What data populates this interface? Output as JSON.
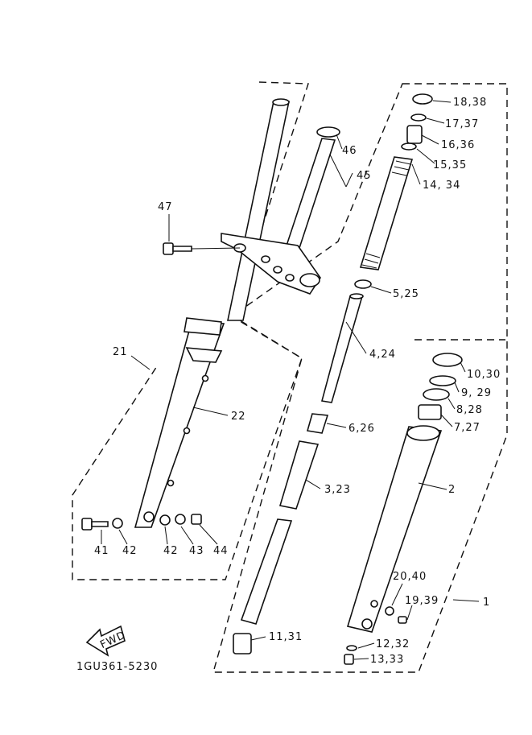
{
  "labels": {
    "l18_38": "18,38",
    "l17_37": "17,37",
    "l16_36": "16,36",
    "l15_35": "15,35",
    "l14_34": "14, 34",
    "l46": "46",
    "l45": "45",
    "l47": "47",
    "l5_25": "5,25",
    "l4_24": "4,24",
    "l21": "21",
    "l22": "22",
    "l10_30": "10,30",
    "l9_29": "9, 29",
    "l8_28": "8,28",
    "l7_27": "7,27",
    "l6_26": "6,26",
    "l2": "2",
    "l3_23": "3,23",
    "l41": "41",
    "l42a": "42",
    "l42b": "42",
    "l43": "43",
    "l44": "44",
    "l20_40": "20,40",
    "l19_39": "19,39",
    "l1": "1",
    "l11_31": "11,31",
    "l12_32": "12,32",
    "l13_33": "13,33",
    "fwd": "FWD",
    "code": "1GU361-5230"
  }
}
